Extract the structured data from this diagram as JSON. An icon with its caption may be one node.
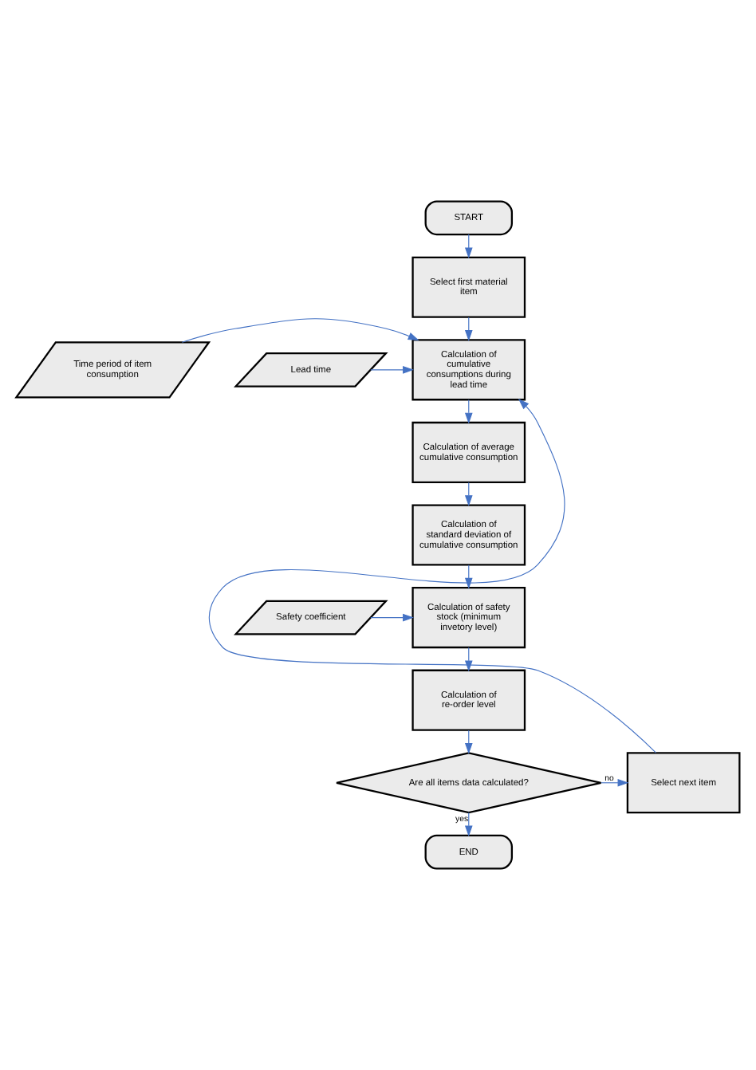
{
  "diagram": {
    "nodes": [
      {
        "text": [
          "START"
        ]
      },
      {
        "text": [
          "Select first material item"
        ]
      },
      {
        "text": [
          "Time period of item consumption"
        ]
      },
      {
        "text": [
          "Lead time"
        ]
      },
      {
        "text": [
          "Calculation of cumulative consumptions during lead time"
        ]
      },
      {
        "text": [
          "Calculation of average cumulative consumption"
        ]
      },
      {
        "text": [
          "Calculation of standard deviation of cumulative consumption"
        ]
      },
      {
        "text": [
          "Safety coefficient"
        ]
      },
      {
        "text": [
          "Calculation of safety stock (minimum invetory level)"
        ]
      },
      {
        "text": [
          "Calculation of re-order level"
        ]
      },
      {
        "text": [
          "Are all items data calculated?"
        ]
      },
      {
        "text": [
          "Select next item"
        ]
      },
      {
        "text": [
          "END"
        ]
      }
    ],
    "edges": [
      {
        "from": 0,
        "to": 1,
        "arrow": "to"
      },
      {
        "from": 1,
        "to": 4,
        "arrow": "to"
      },
      {
        "from": 2,
        "to": 4,
        "arrow": "to"
      },
      {
        "from": 3,
        "to": 4,
        "arrow": "to"
      },
      {
        "from": 4,
        "to": 5,
        "arrow": "to"
      },
      {
        "from": 5,
        "to": 6,
        "arrow": "to"
      },
      {
        "from": 6,
        "to": 8,
        "arrow": "to"
      },
      {
        "from": 7,
        "to": 8,
        "arrow": "to"
      },
      {
        "from": 8,
        "to": 9,
        "arrow": "to"
      },
      {
        "from": 9,
        "to": 10,
        "arrow": "to"
      },
      {
        "from": 10,
        "to": 11,
        "label": "no",
        "arrow": "to"
      },
      {
        "from": 11,
        "to": 4,
        "arrow": "to"
      },
      {
        "from": 10,
        "to": 12,
        "label": "yes",
        "arrow": "to"
      }
    ]
  }
}
